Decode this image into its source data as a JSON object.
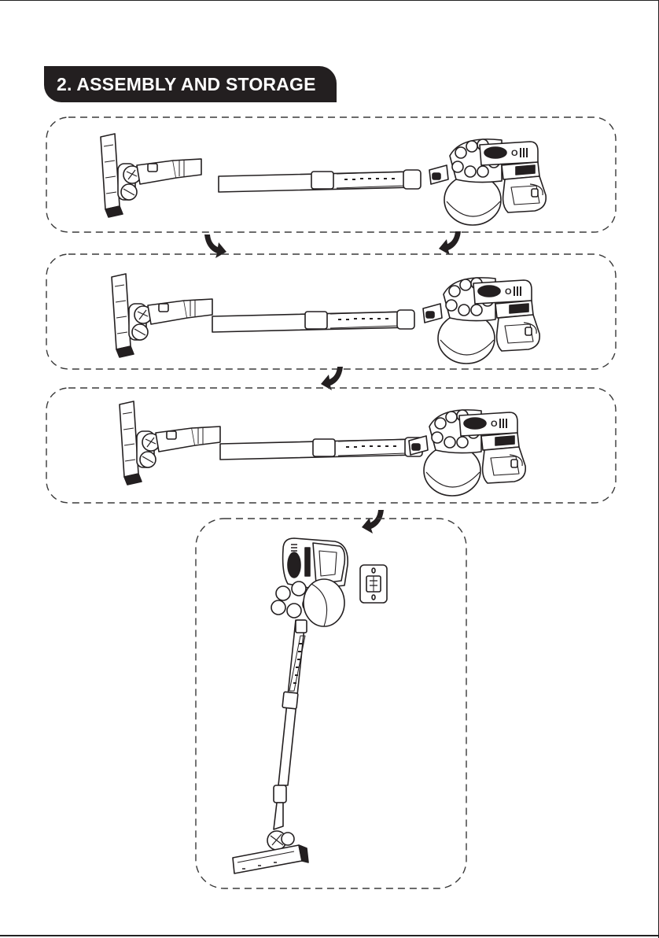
{
  "section": {
    "heading": "2. ASSEMBLY AND STORAGE"
  },
  "steps": [
    {
      "id": 1,
      "content": "floor-brush, extension-tube and handheld-unit separated"
    },
    {
      "id": 2,
      "content": "tube attached to floor brush, handheld unit separate"
    },
    {
      "id": 3,
      "content": "fully assembled stick vacuum"
    },
    {
      "id": 4,
      "content": "vacuum hung on wall-mounted storage bracket"
    }
  ],
  "colors": {
    "heading_background": "#231f20",
    "heading_text": "#ffffff",
    "line_art": "#231f20",
    "dashed_border": "#3a3a3a"
  },
  "icons": [
    "curved-arrow-icon",
    "wall-bracket-icon"
  ]
}
